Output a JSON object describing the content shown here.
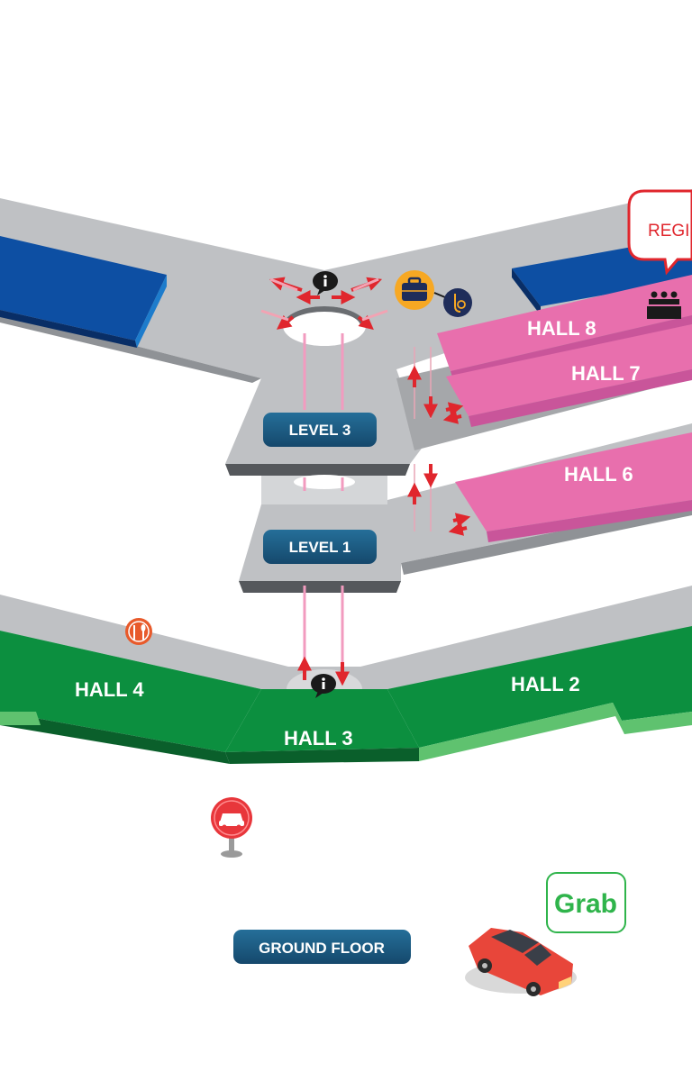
{
  "floors": {
    "level3": "LEVEL 3",
    "level1": "LEVEL 1",
    "ground": "GROUND FLOOR"
  },
  "halls": {
    "hall8": "HALL 8",
    "hall7": "HALL 7",
    "hall6": "HALL 6",
    "hall4": "HALL 4",
    "hall3": "HALL 3",
    "hall2": "HALL 2"
  },
  "registration_label": "REGIS",
  "grab_logo_text": "Grab",
  "icons": {
    "info": "info-icon",
    "luggage": "luggage-icon",
    "charging": "charging-icon",
    "restaurant": "restaurant-icon",
    "parking": "parking-sign-icon",
    "registration_desk": "registration-desk-icon",
    "car": "car-icon"
  },
  "colors": {
    "walkway": "#bfc1c4",
    "walkway_dark": "#8f9296",
    "hall_blue": "#0d4fa3",
    "hall_pink": "#e86fad",
    "hall_green": "#0c8f3f",
    "arrow_red": "#e0262d",
    "label_pill": "#1b5b82",
    "grab_green": "#2fb44b"
  }
}
